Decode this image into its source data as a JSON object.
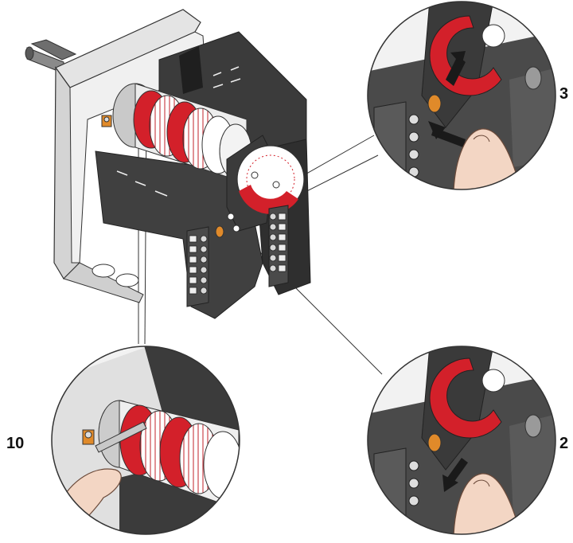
{
  "steps": {
    "top_right": "3",
    "bottom_left": "10",
    "bottom_right": "2"
  },
  "icons": [
    "limit-switch-unit",
    "cam-disc-scale",
    "terminal-block",
    "finger-press",
    "direction-arrow",
    "screwdriver"
  ],
  "colors": {
    "housing_dark": "#3a3a3a",
    "housing_mid": "#4a4a4a",
    "casing_grey": "#d9d9d9",
    "cam_red": "#d3202a",
    "pin_orange": "#e08a2a",
    "skin": "#f3d6c4",
    "line": "#333333"
  }
}
